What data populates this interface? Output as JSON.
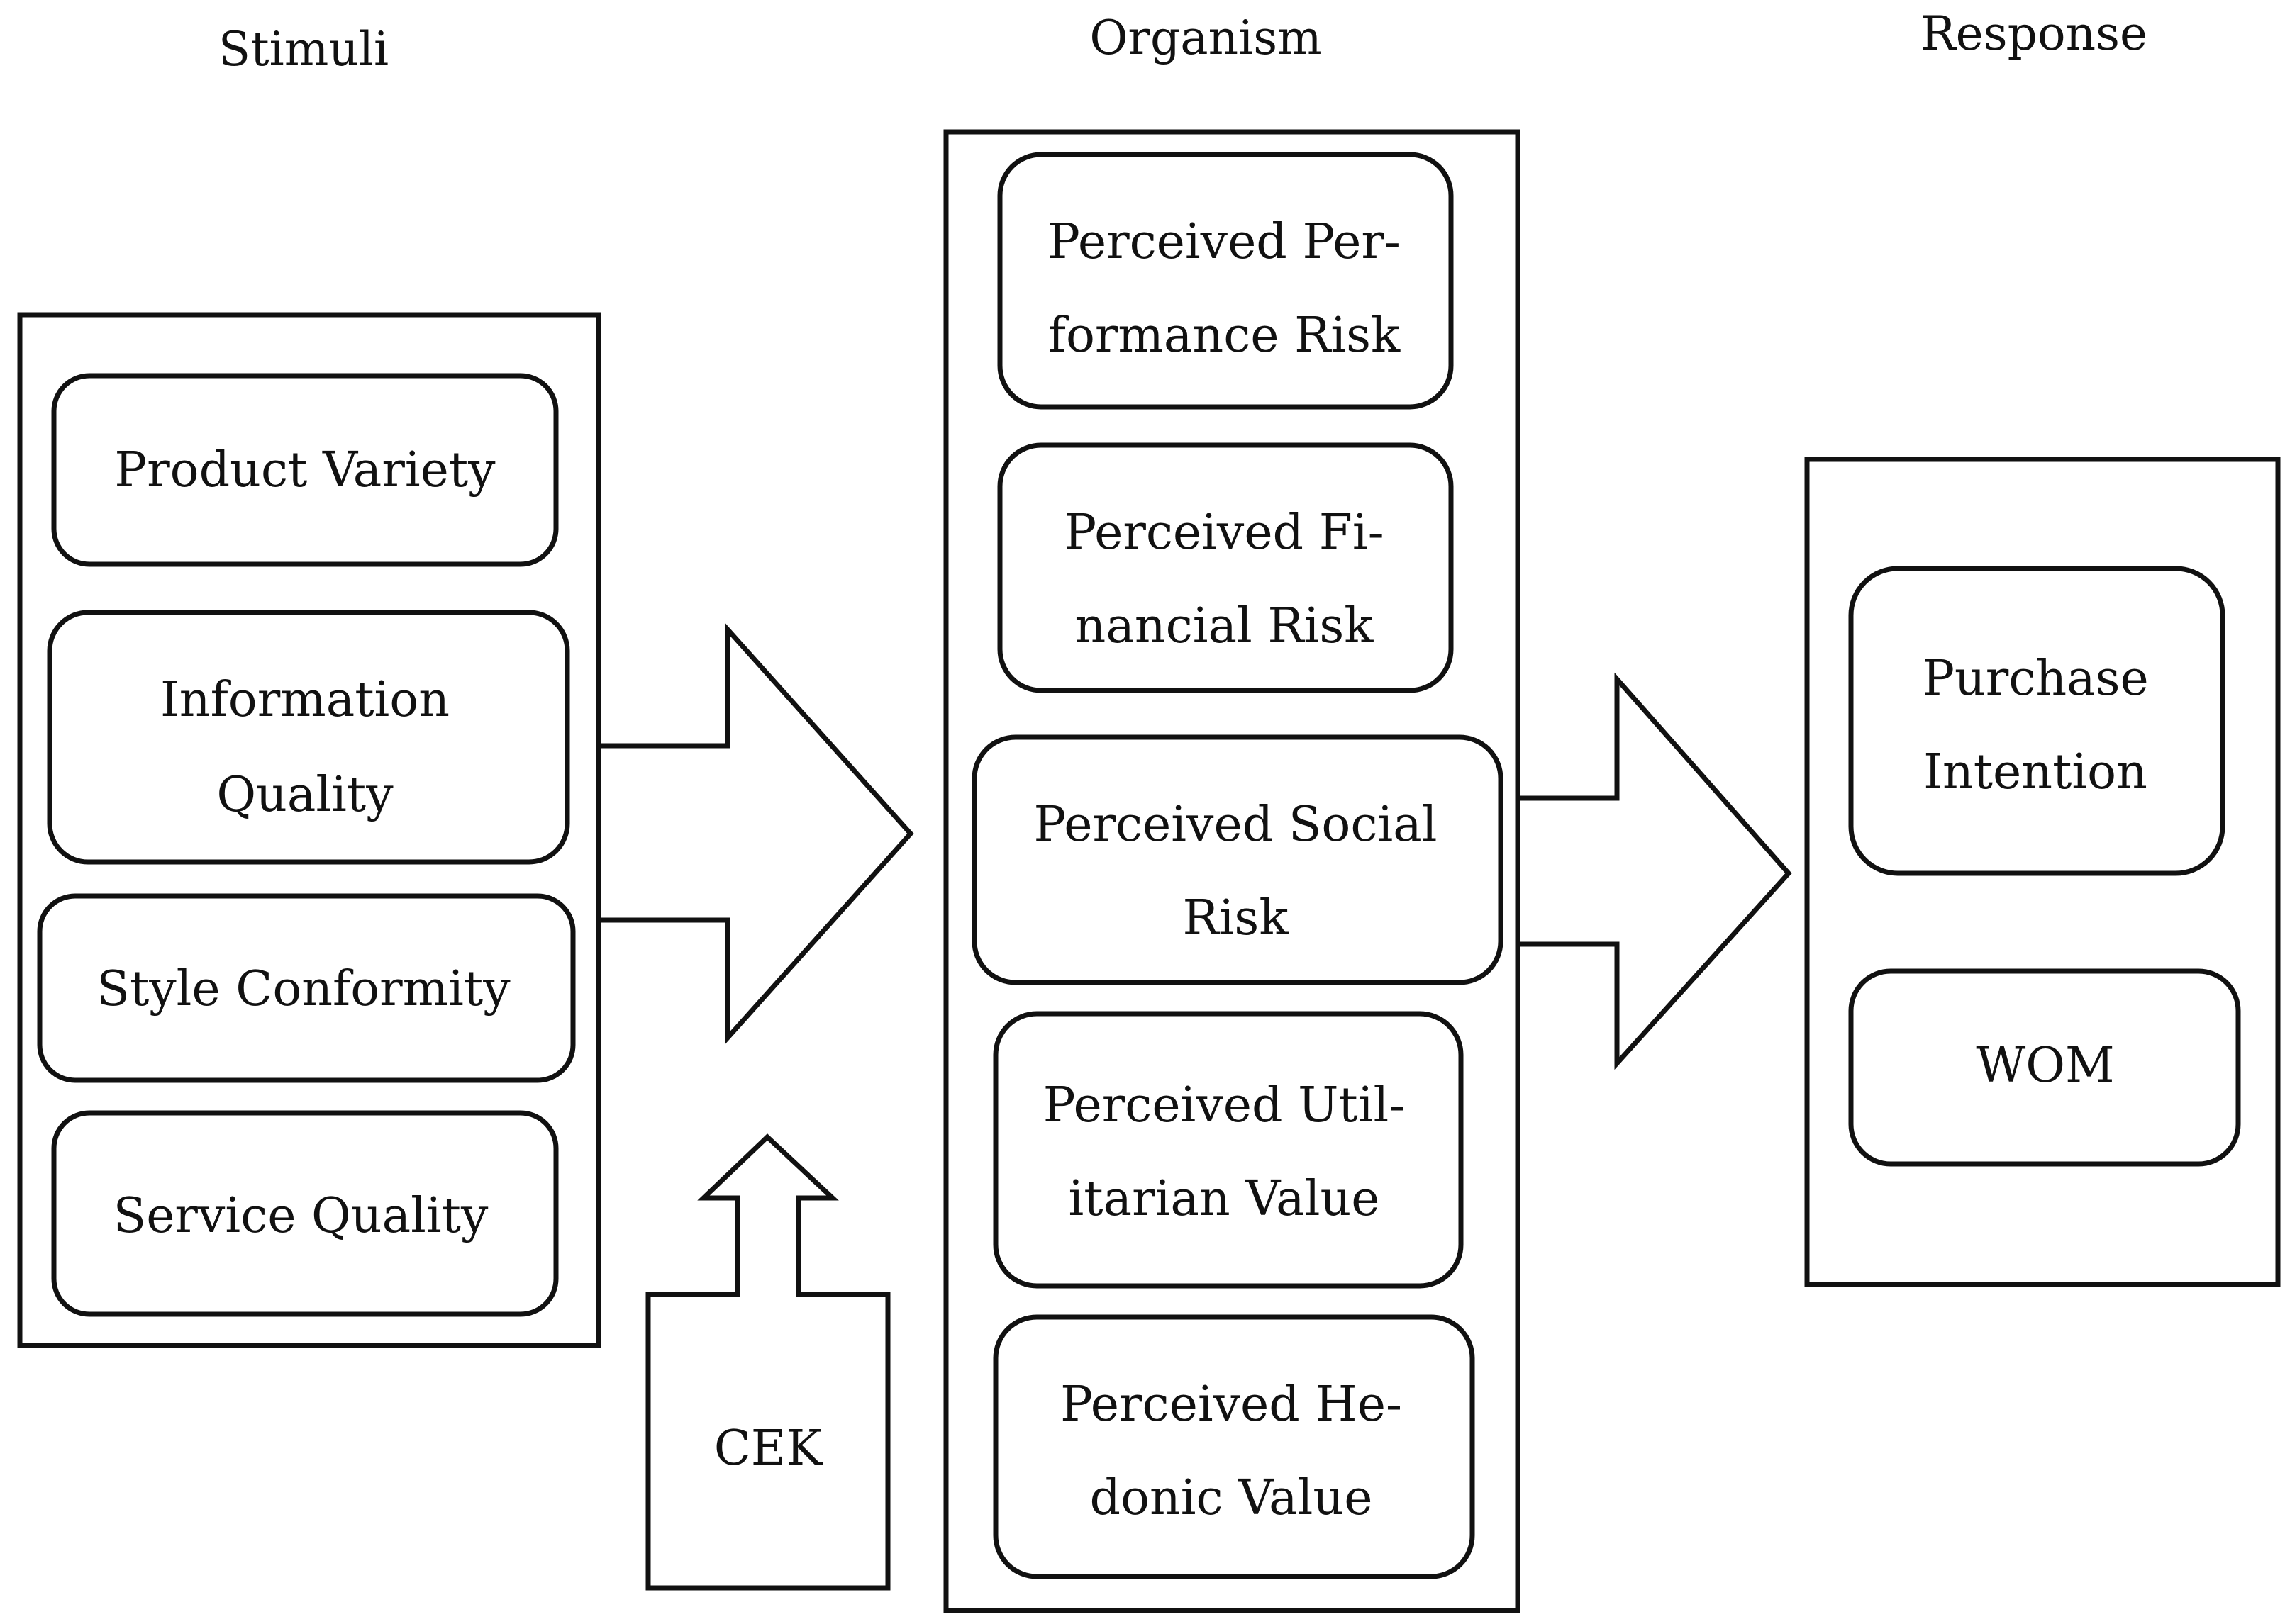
{
  "headings": {
    "stimuli": "Stimuli",
    "organism": "Organism",
    "response": "Response"
  },
  "stimuli": {
    "items": [
      {
        "lines": [
          "Product Variety"
        ]
      },
      {
        "lines": [
          "Information",
          "Quality"
        ]
      },
      {
        "lines": [
          "Style Conformity"
        ]
      },
      {
        "lines": [
          "Service Quality"
        ]
      }
    ]
  },
  "moderator": {
    "lines": [
      "CEK"
    ]
  },
  "organism": {
    "items": [
      {
        "lines": [
          "Perceived Per-",
          "formance Risk"
        ]
      },
      {
        "lines": [
          "Perceived Fi-",
          "nancial Risk"
        ]
      },
      {
        "lines": [
          "Perceived Social",
          "Risk"
        ]
      },
      {
        "lines": [
          "Perceived Util-",
          "itarian Value"
        ]
      },
      {
        "lines": [
          "Perceived He-",
          "donic Value"
        ]
      }
    ]
  },
  "response": {
    "items": [
      {
        "lines": [
          "Purchase",
          "Intention"
        ]
      },
      {
        "lines": [
          "WOM"
        ]
      }
    ]
  }
}
